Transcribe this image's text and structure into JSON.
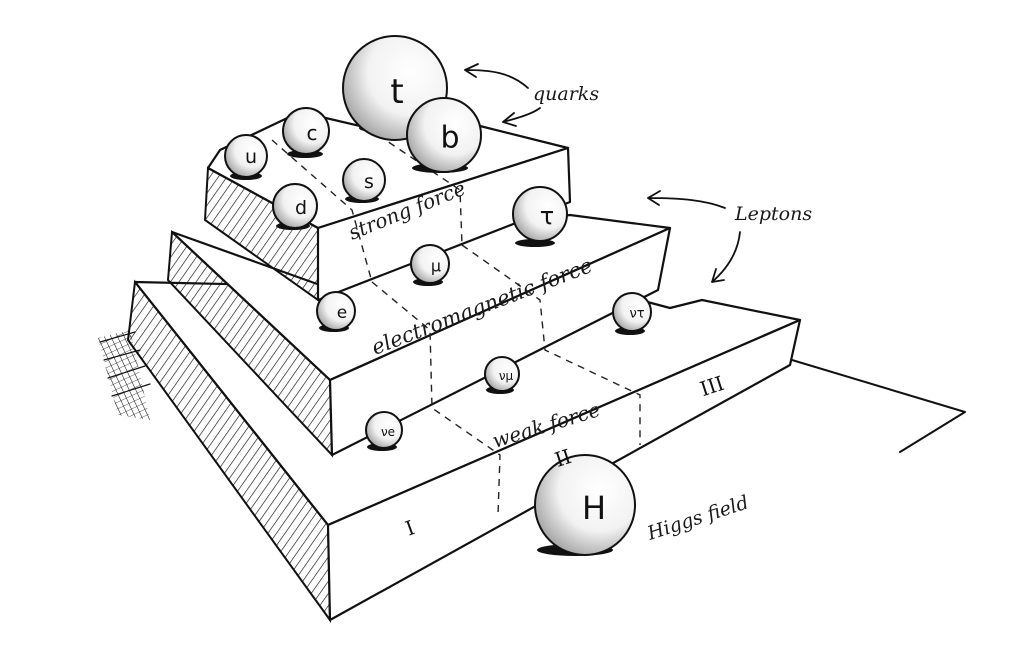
{
  "labels": {
    "quarks": "quarks",
    "leptons": "Leptons",
    "strong_force": "strong force",
    "electromagnetic_force": "electromagnetic force",
    "weak_force": "weak force",
    "higgs_field": "Higgs field"
  },
  "generations": [
    "I",
    "II",
    "III"
  ],
  "particles": {
    "u": "u",
    "c": "c",
    "t": "t",
    "d": "d",
    "s": "s",
    "b": "b",
    "e": "e",
    "mu": "μ",
    "tau": "τ",
    "nu_e": "νe",
    "nu_mu": "νμ",
    "nu_tau": "ντ",
    "H": "H"
  },
  "colors": {
    "ink": "#111111",
    "paper": "#ffffff"
  }
}
